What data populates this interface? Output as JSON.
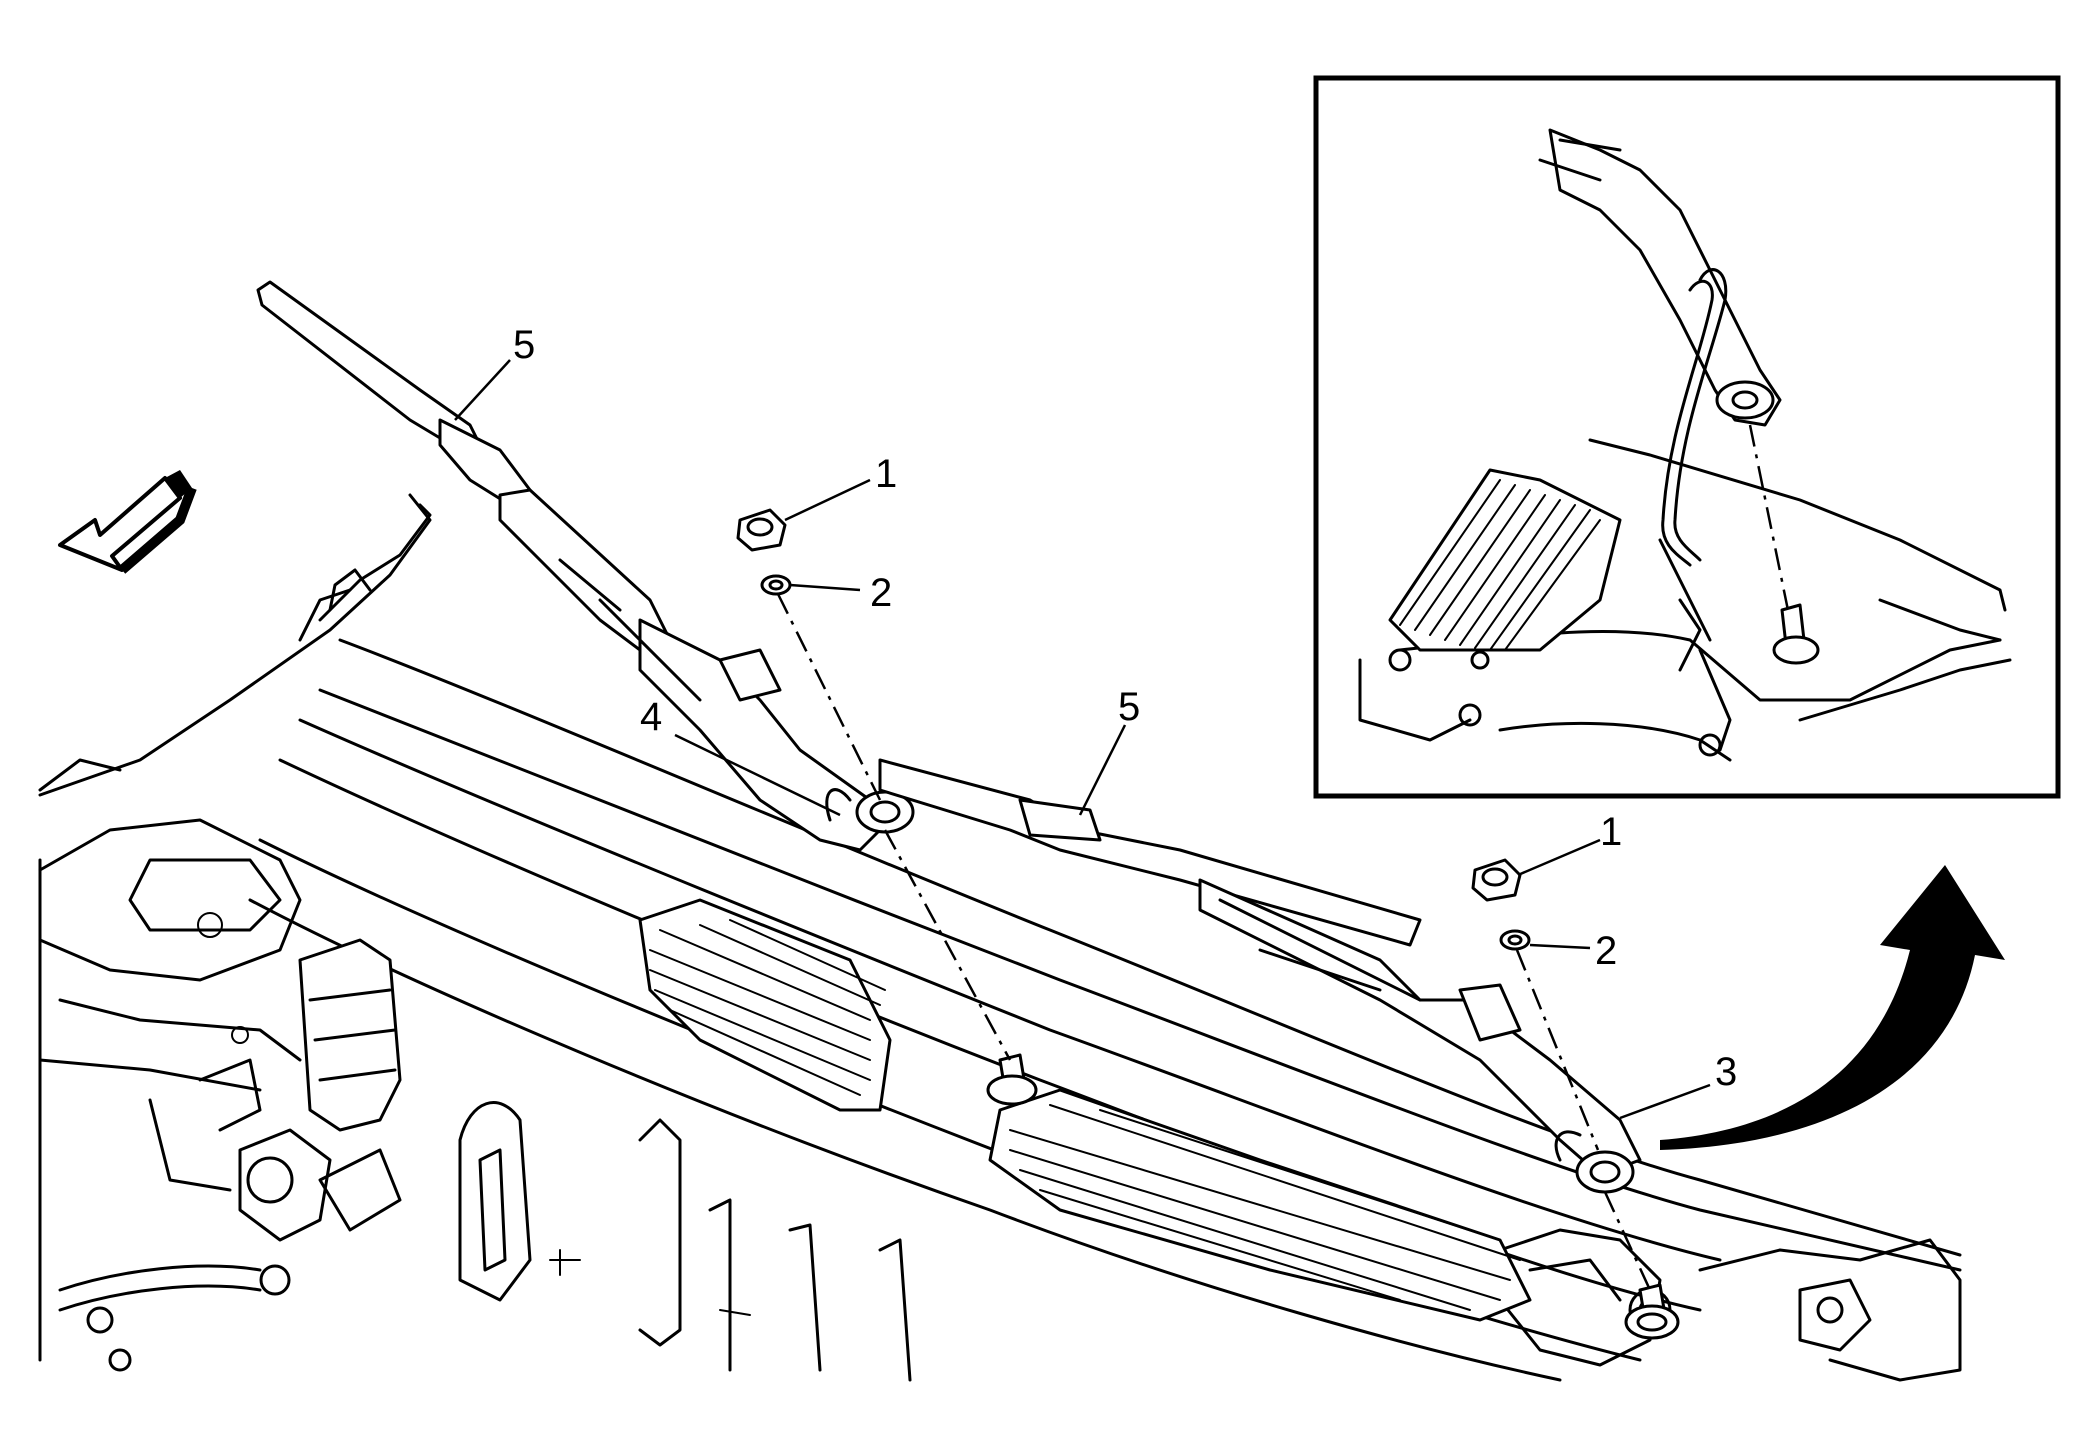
{
  "callouts": {
    "c1a": "1",
    "c2a": "2",
    "c4": "4",
    "c5a": "5",
    "c5b": "5",
    "c1b": "1",
    "c2b": "2",
    "c3": "3"
  },
  "colors": {
    "line": "#000000",
    "background": "#ffffff",
    "arrow_fill": "#000000"
  },
  "icons": [
    "front-direction-arrow-icon",
    "curved-arrow-icon"
  ]
}
